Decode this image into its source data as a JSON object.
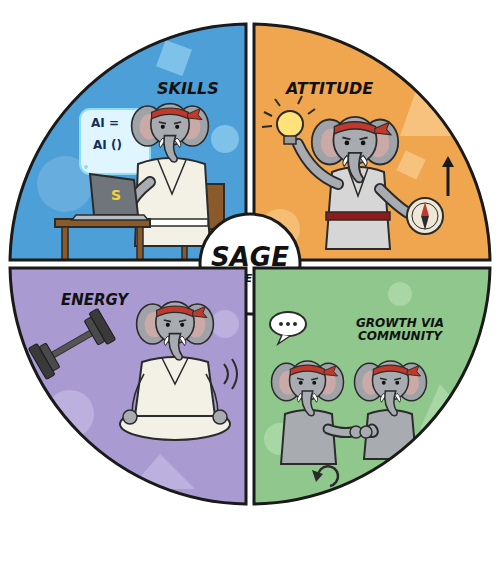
{
  "diagram": {
    "nodes": [
      {
        "text": [
          "SKILLS"
        ]
      },
      {
        "text": [
          "ATTITUDE"
        ]
      },
      {
        "text": [
          "SAGE",
          "FRAMEWORK"
        ]
      },
      {
        "text": [
          "ENERGY"
        ]
      },
      {
        "text": [
          "GROWTH VIA COMMUNITY"
        ]
      }
    ],
    "labels": [
      "AI =",
      "AI ()",
      "S"
    ]
  }
}
